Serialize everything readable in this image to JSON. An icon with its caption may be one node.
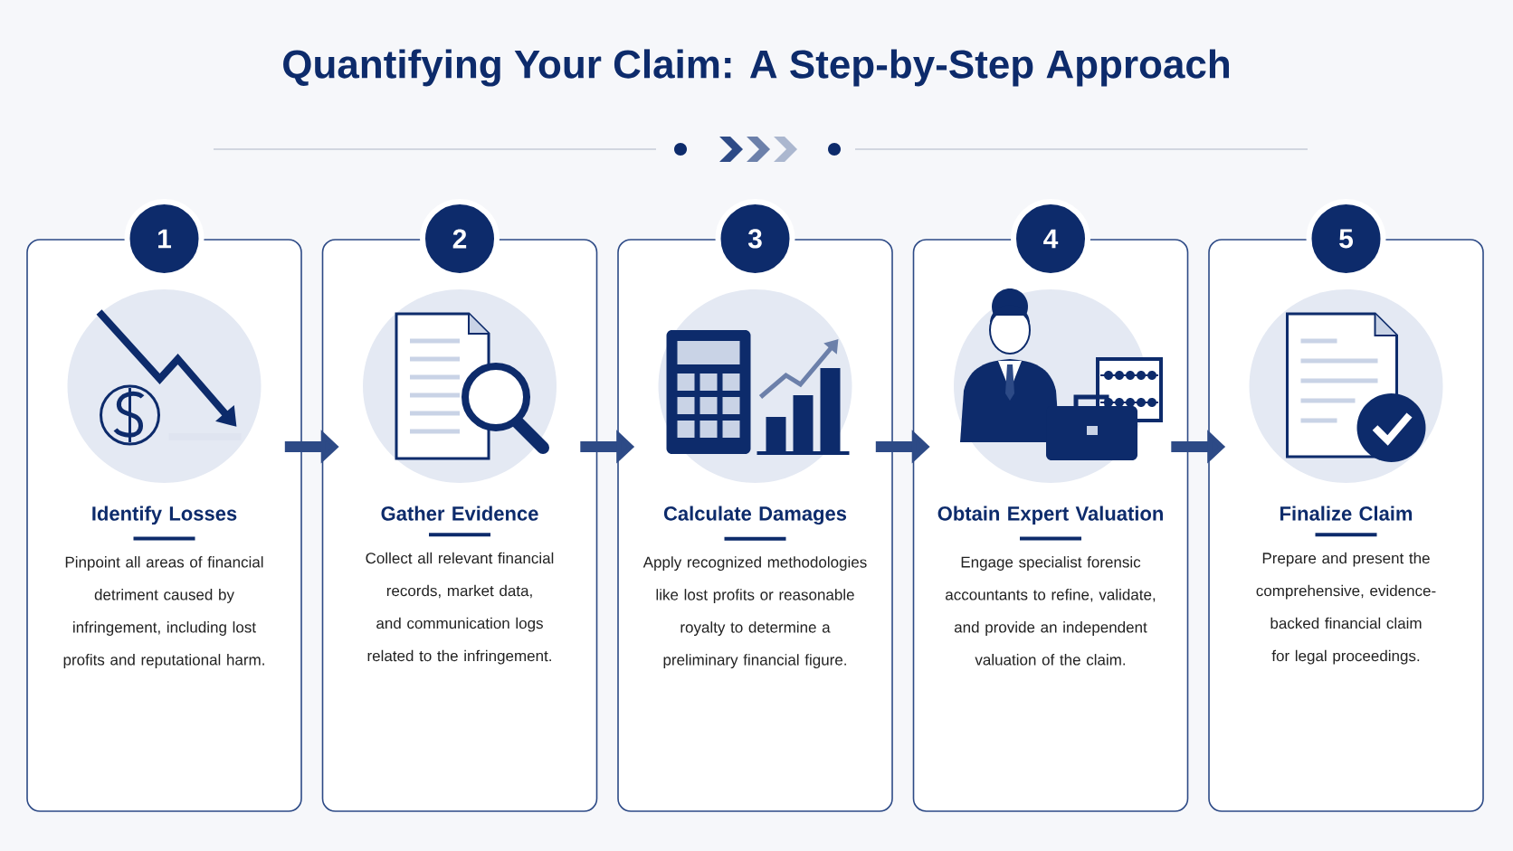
{
  "diagram": {
    "title": "Quantifying Your Claim: A Step-by-Step Approach",
    "nodes": [
      {
        "text": [
          "Identify Losses",
          "Pinpoint all areas of financial detriment caused by infringement, including lost profits and reputational harm."
        ]
      },
      {
        "text": [
          "1"
        ]
      },
      {
        "text": [
          "Gather Evidence",
          "Collect all relevant financial records, market data, and communication logs related to the infringement."
        ]
      },
      {
        "text": [
          "2"
        ]
      },
      {
        "text": [
          "Calculate Damages",
          "Apply recognized methodologies like lost profits or reasonable royalty to determine a preliminary financial figure."
        ]
      },
      {
        "text": [
          "3"
        ]
      },
      {
        "text": [
          "Obtain Expert Valuation",
          "Engage specialist forensic accountants to refine, validate, and provide an independent valuation of the claim."
        ]
      },
      {
        "text": [
          "4"
        ]
      },
      {
        "text": [
          "Finalize Claim",
          "Prepare and present the comprehensive, evidence-backed financial claim for legal proceedings."
        ]
      },
      {
        "text": [
          "5"
        ]
      }
    ],
    "edges": [
      {
        "from": 0,
        "to": 2,
        "arrow": "to"
      },
      {
        "from": 2,
        "to": 4,
        "arrow": "to"
      },
      {
        "from": 4,
        "to": 6,
        "arrow": "to"
      },
      {
        "from": 6,
        "to": 8,
        "arrow": "to"
      }
    ]
  }
}
